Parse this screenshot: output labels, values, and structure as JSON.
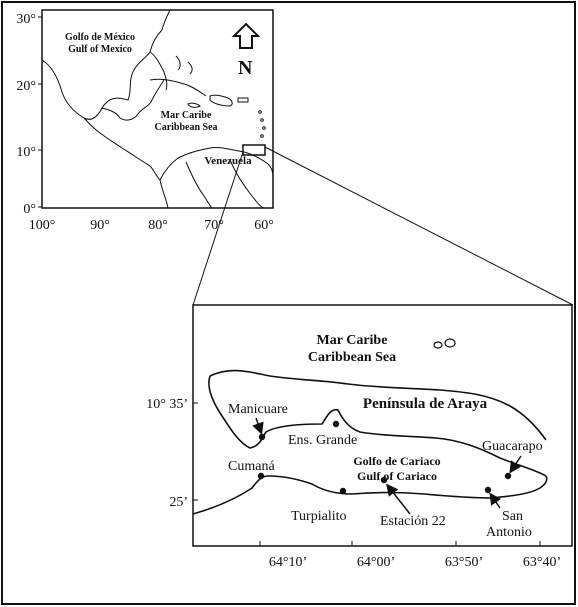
{
  "inset_map": {
    "lat_ticks": [
      "30°",
      "20°",
      "10°",
      "0°"
    ],
    "lon_ticks": [
      "100°",
      "90°",
      "80°",
      "70°",
      "60°"
    ],
    "gulf_mexico": [
      "Golfo de México",
      "Gulf of Mexico"
    ],
    "caribbean": [
      "Mar Caribe",
      "Caribbean Sea"
    ],
    "country": "Venezuela",
    "north_label": "N"
  },
  "detail_map": {
    "lat_ticks": [
      "10° 35’",
      "25’"
    ],
    "lon_ticks": [
      "64°10’",
      "64°00’",
      "63°50’",
      "63°40’"
    ],
    "sea": [
      "Mar Caribe",
      "Caribbean Sea"
    ],
    "peninsula": "Península de Araya",
    "gulf": [
      "Golfo de Cariaco",
      "Gulf of Cariaco"
    ],
    "places": {
      "manicuare": "Manicuare",
      "ens_grande": "Ens. Grande",
      "cumana": "Cumaná",
      "turpialito": "Turpialito",
      "estacion": "Estación 22",
      "guacarapo": "Guacarapo",
      "san_antonio": [
        "San",
        "Antonio"
      ]
    }
  }
}
